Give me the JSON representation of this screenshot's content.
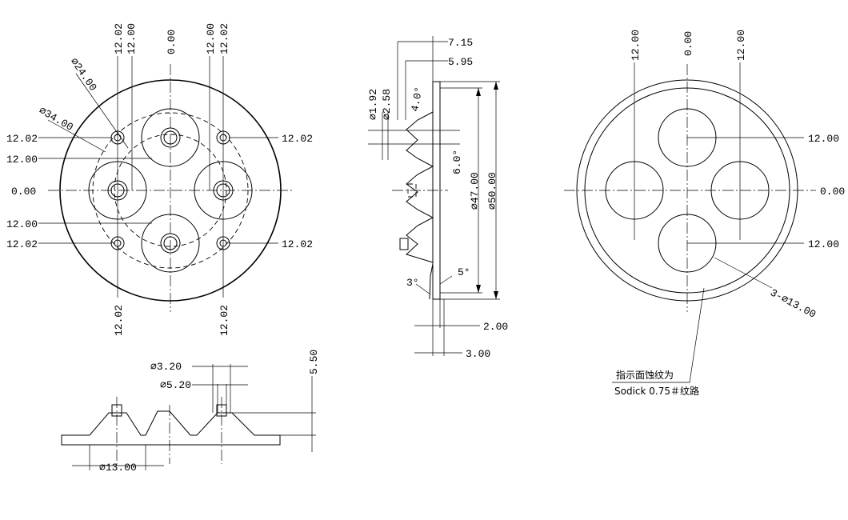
{
  "front_view": {
    "top_left_outer": "12.02",
    "top_left_inner": "12.00",
    "top_center": "0.00",
    "top_right_inner": "12.00",
    "top_right_outer": "12.02",
    "dia_24": "⌀24.00",
    "dia_34": "⌀34.00",
    "left_row1": "12.02",
    "left_row2": "12.00",
    "left_row3": "0.00",
    "left_row4": "12.00",
    "left_row5": "12.02",
    "right_row1": "12.02",
    "right_row5": "12.02",
    "bottom_left": "12.02",
    "bottom_right": "12.02"
  },
  "side_view": {
    "dim_715": "7.15",
    "dim_595": "5.95",
    "dia_192": "⌀1.92",
    "dia_258": "⌀2.58",
    "angle_4": "4.0°",
    "angle_6": "6.0°",
    "dia_47": "⌀47.00",
    "dia_50": "⌀50.00",
    "angle_5": "5°",
    "angle_3": "3°",
    "dim_2": "2.00",
    "dim_3": "3.00"
  },
  "section_view": {
    "dia_320": "⌀3.20",
    "dia_520": "⌀5.20",
    "dim_550": "5.50",
    "dia_13": "⌀13.00"
  },
  "textured_view": {
    "top_left": "12.00",
    "top_center": "0.00",
    "top_right": "12.00",
    "right_row1": "12.00",
    "right_row2": "0.00",
    "right_row3": "12.00",
    "callout": "3-⌀13.00",
    "note_line1": "指示面蚀纹为",
    "note_line2": "Sodick 0.75＃纹路"
  }
}
